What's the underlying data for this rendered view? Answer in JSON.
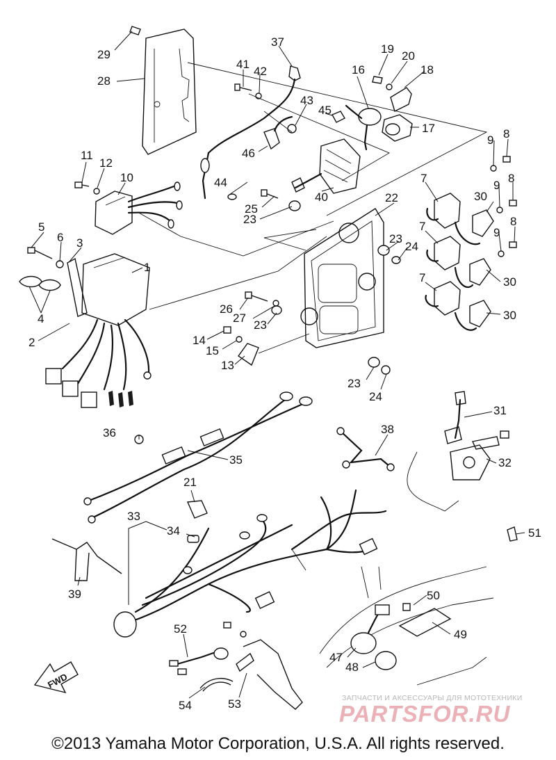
{
  "callouts": [
    {
      "id": "c1",
      "text": "1"
    },
    {
      "id": "c2",
      "text": "2"
    },
    {
      "id": "c3",
      "text": "3"
    },
    {
      "id": "c4",
      "text": "4"
    },
    {
      "id": "c5",
      "text": "5"
    },
    {
      "id": "c6",
      "text": "6"
    },
    {
      "id": "c7a",
      "text": "7"
    },
    {
      "id": "c7b",
      "text": "7"
    },
    {
      "id": "c7c",
      "text": "7"
    },
    {
      "id": "c8a",
      "text": "8"
    },
    {
      "id": "c8b",
      "text": "8"
    },
    {
      "id": "c8c",
      "text": "8"
    },
    {
      "id": "c9a",
      "text": "9"
    },
    {
      "id": "c9b",
      "text": "9"
    },
    {
      "id": "c9c",
      "text": "9"
    },
    {
      "id": "c10",
      "text": "10"
    },
    {
      "id": "c11",
      "text": "11"
    },
    {
      "id": "c12",
      "text": "12"
    },
    {
      "id": "c13",
      "text": "13"
    },
    {
      "id": "c14",
      "text": "14"
    },
    {
      "id": "c15",
      "text": "15"
    },
    {
      "id": "c16",
      "text": "16"
    },
    {
      "id": "c17",
      "text": "17"
    },
    {
      "id": "c18",
      "text": "18"
    },
    {
      "id": "c19",
      "text": "19"
    },
    {
      "id": "c20",
      "text": "20"
    },
    {
      "id": "c21",
      "text": "21"
    },
    {
      "id": "c22",
      "text": "22"
    },
    {
      "id": "c23a",
      "text": "23"
    },
    {
      "id": "c23b",
      "text": "23"
    },
    {
      "id": "c23c",
      "text": "23"
    },
    {
      "id": "c23d",
      "text": "23"
    },
    {
      "id": "c24a",
      "text": "24"
    },
    {
      "id": "c24b",
      "text": "24"
    },
    {
      "id": "c25",
      "text": "25"
    },
    {
      "id": "c26",
      "text": "26"
    },
    {
      "id": "c27",
      "text": "27"
    },
    {
      "id": "c28",
      "text": "28"
    },
    {
      "id": "c29",
      "text": "29"
    },
    {
      "id": "c30a",
      "text": "30"
    },
    {
      "id": "c30b",
      "text": "30"
    },
    {
      "id": "c30c",
      "text": "30"
    },
    {
      "id": "c31",
      "text": "31"
    },
    {
      "id": "c32",
      "text": "32"
    },
    {
      "id": "c33",
      "text": "33"
    },
    {
      "id": "c34",
      "text": "34"
    },
    {
      "id": "c35",
      "text": "35"
    },
    {
      "id": "c36",
      "text": "36"
    },
    {
      "id": "c37",
      "text": "37"
    },
    {
      "id": "c38",
      "text": "38"
    },
    {
      "id": "c39",
      "text": "39"
    },
    {
      "id": "c40",
      "text": "40"
    },
    {
      "id": "c41",
      "text": "41"
    },
    {
      "id": "c42",
      "text": "42"
    },
    {
      "id": "c43",
      "text": "43"
    },
    {
      "id": "c44",
      "text": "44"
    },
    {
      "id": "c45",
      "text": "45"
    },
    {
      "id": "c46",
      "text": "46"
    },
    {
      "id": "c47",
      "text": "47"
    },
    {
      "id": "c48",
      "text": "48"
    },
    {
      "id": "c49",
      "text": "49"
    },
    {
      "id": "c50",
      "text": "50"
    },
    {
      "id": "c51",
      "text": "51"
    },
    {
      "id": "c52",
      "text": "52"
    },
    {
      "id": "c53",
      "text": "53"
    },
    {
      "id": "c54",
      "text": "54"
    }
  ],
  "fwd_label": "FWD",
  "copyright": "©2013 Yamaha Motor Corporation, U.S.A. All rights reserved.",
  "watermark": {
    "subtitle": "ЗАПЧАСТИ И АКСЕССУАРЫ ДЛЯ МОТОТЕХНИКИ",
    "logo": "PARTSFOR.RU"
  }
}
